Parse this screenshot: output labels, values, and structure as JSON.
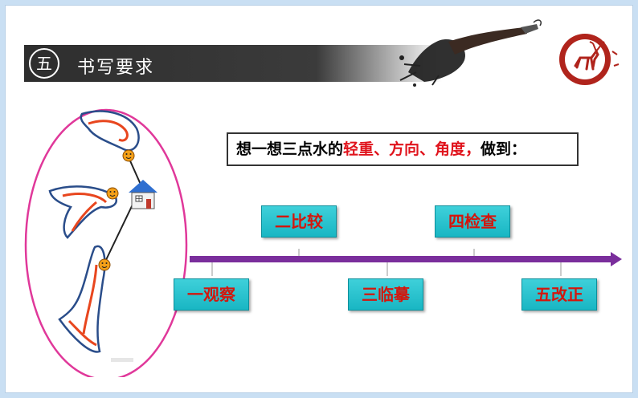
{
  "header": {
    "badge": "五",
    "title": "书写要求"
  },
  "prompt": {
    "part1": "想一想三点水的",
    "part2": "轻重、方向、角度，",
    "part3": "做到："
  },
  "steps": [
    {
      "label": "一观察"
    },
    {
      "label": "二比较"
    },
    {
      "label": "三临摹"
    },
    {
      "label": "四检查"
    },
    {
      "label": "五改正"
    }
  ],
  "colors": {
    "header_bar": "#333333",
    "step_fill": "#22bfcc",
    "step_text": "#d3160d",
    "timeline": "#7a2e9c",
    "highlight": "#e0141d",
    "oval": "#e0389a",
    "seal": "#b0241c"
  },
  "icons": [
    "ink-brush-icon",
    "deer-seal-icon",
    "house-icon",
    "smiley-icon"
  ]
}
